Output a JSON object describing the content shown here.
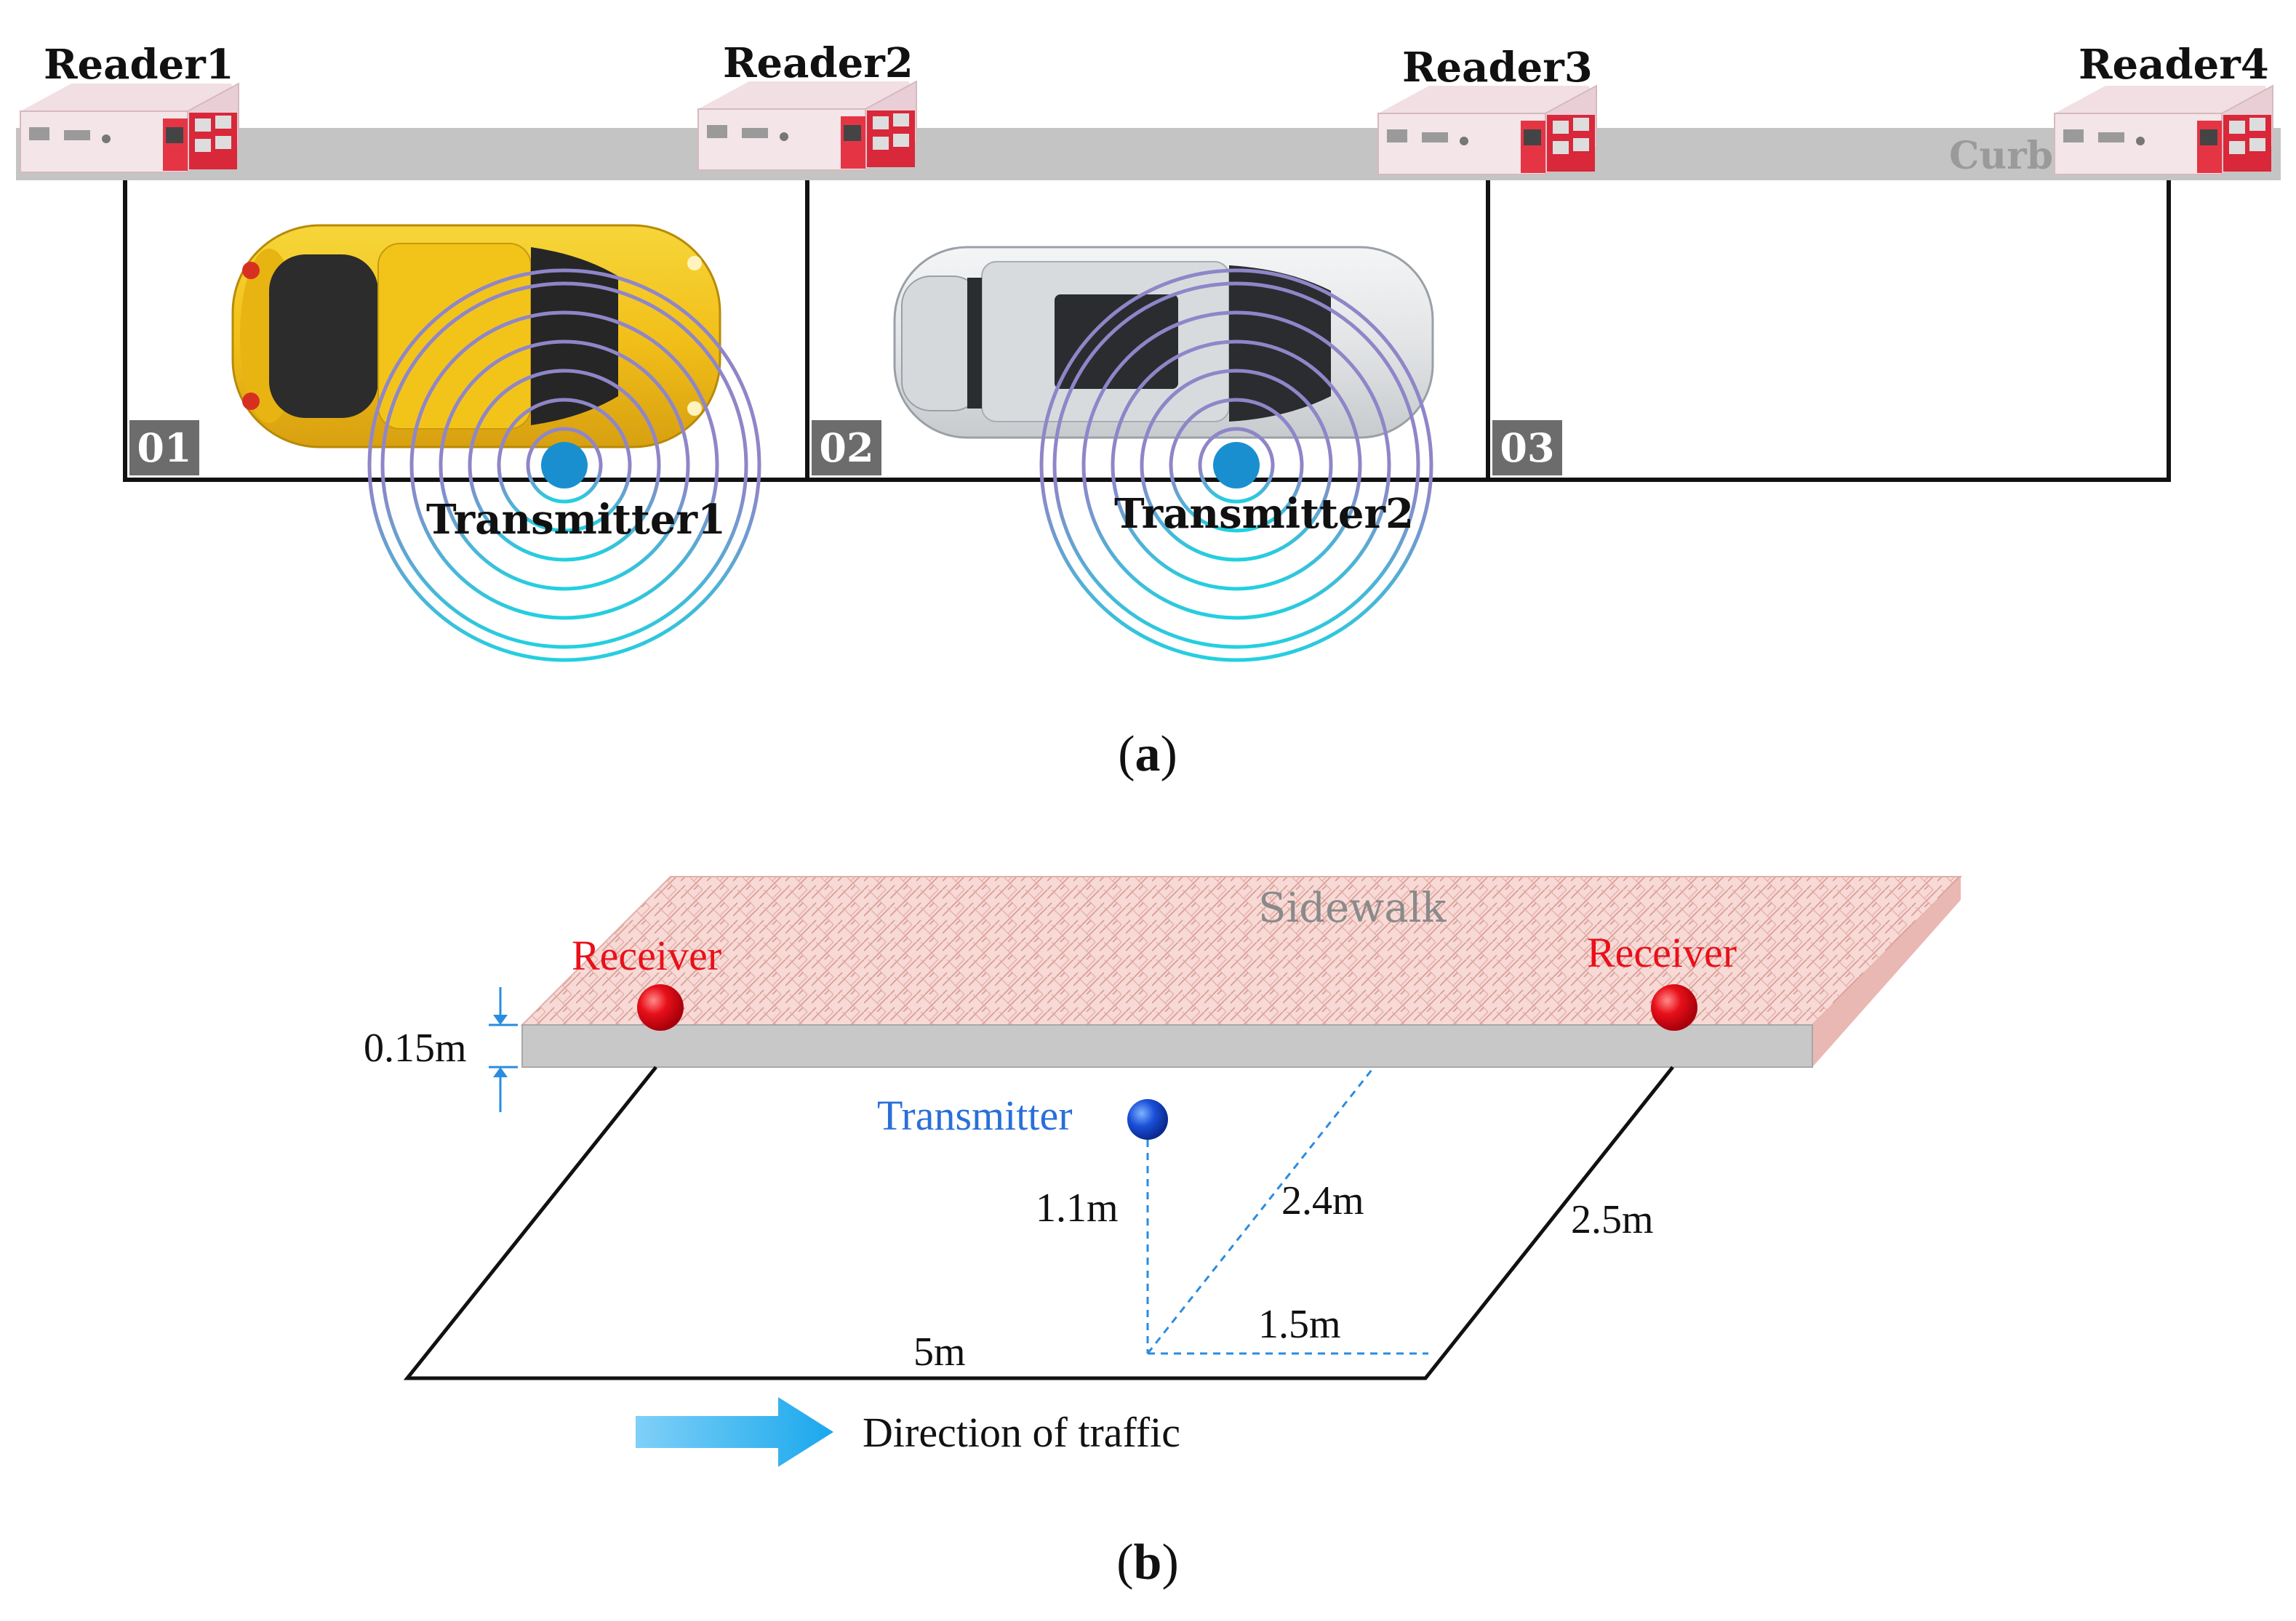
{
  "panel_a": {
    "readers": [
      "Reader1",
      "Reader2",
      "Reader3",
      "Reader4"
    ],
    "curb_label": "Curb",
    "slots": [
      "01",
      "02",
      "03"
    ],
    "transmitters": [
      "Transmitter1",
      "Transmitter2"
    ],
    "caption_letter": "a",
    "caption_open": "(",
    "caption_close": ")"
  },
  "panel_b": {
    "sidewalk_label": "Sidewalk",
    "receiver_label": "Receiver",
    "transmitter_label": "Transmitter",
    "dimensions": {
      "curb_height": "0.15m",
      "transmitter_height": "1.1m",
      "diagonal": "2.4m",
      "slot_width": "2.5m",
      "offset": "1.5m",
      "slot_length": "5m"
    },
    "traffic_label": "Direction of traffic",
    "caption_letter": "b",
    "caption_open": "(",
    "caption_close": ")"
  },
  "colors": {
    "curb": "#c4c4c4",
    "sidewalk": "#f6d6d2",
    "receiver": "#e8101a",
    "transmitter_label": "#2a6fd8",
    "transmitter_dot": "#1a8fd0",
    "arrow": "#45b8f0",
    "yellow_car": "#f2c81a",
    "silver_car": "#e8eaec"
  }
}
